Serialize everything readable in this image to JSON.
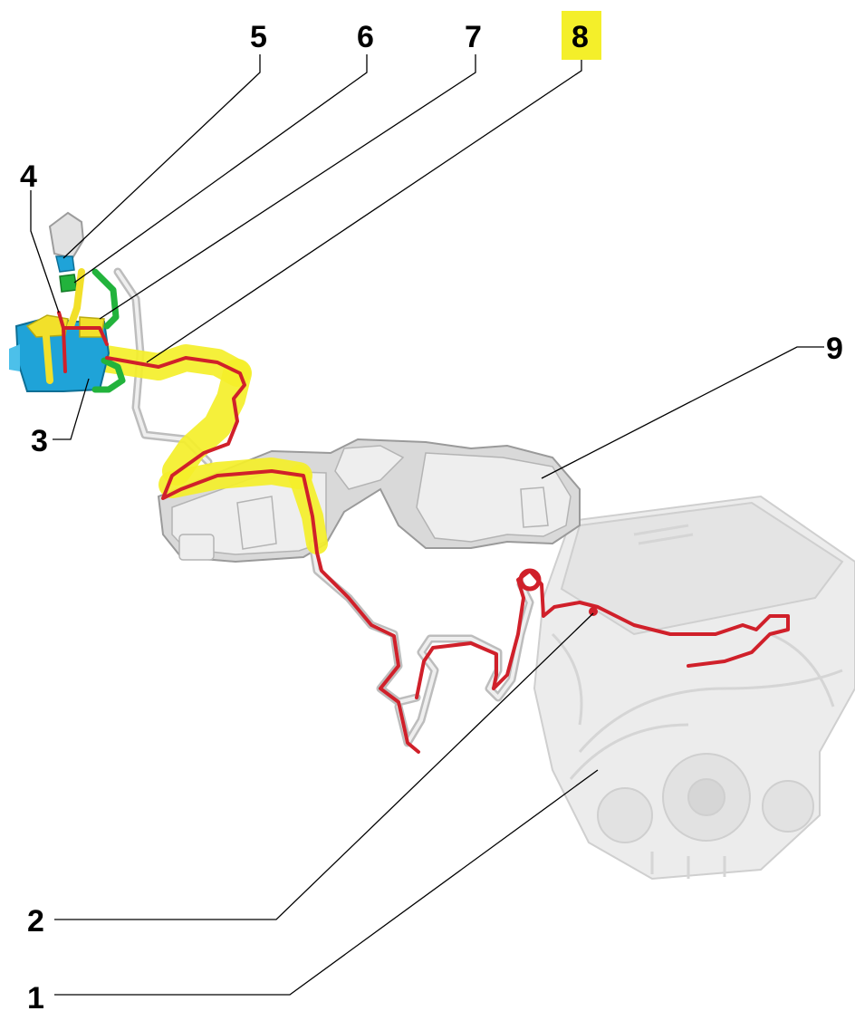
{
  "diagram": {
    "callouts": [
      {
        "id": "1",
        "label": "1"
      },
      {
        "id": "2",
        "label": "2"
      },
      {
        "id": "3",
        "label": "3"
      },
      {
        "id": "4",
        "label": "4"
      },
      {
        "id": "5",
        "label": "5"
      },
      {
        "id": "6",
        "label": "6"
      },
      {
        "id": "7",
        "label": "7"
      },
      {
        "id": "8",
        "label": "8",
        "highlighted": true
      },
      {
        "id": "9",
        "label": "9"
      }
    ],
    "colors": {
      "highlight": "#f4ef2a",
      "fuel_line": "#d0202a",
      "canister": "#1fa3d8",
      "green_hose": "#22b33c",
      "tank": "#d9d9d9",
      "engine": "#ececec"
    }
  }
}
